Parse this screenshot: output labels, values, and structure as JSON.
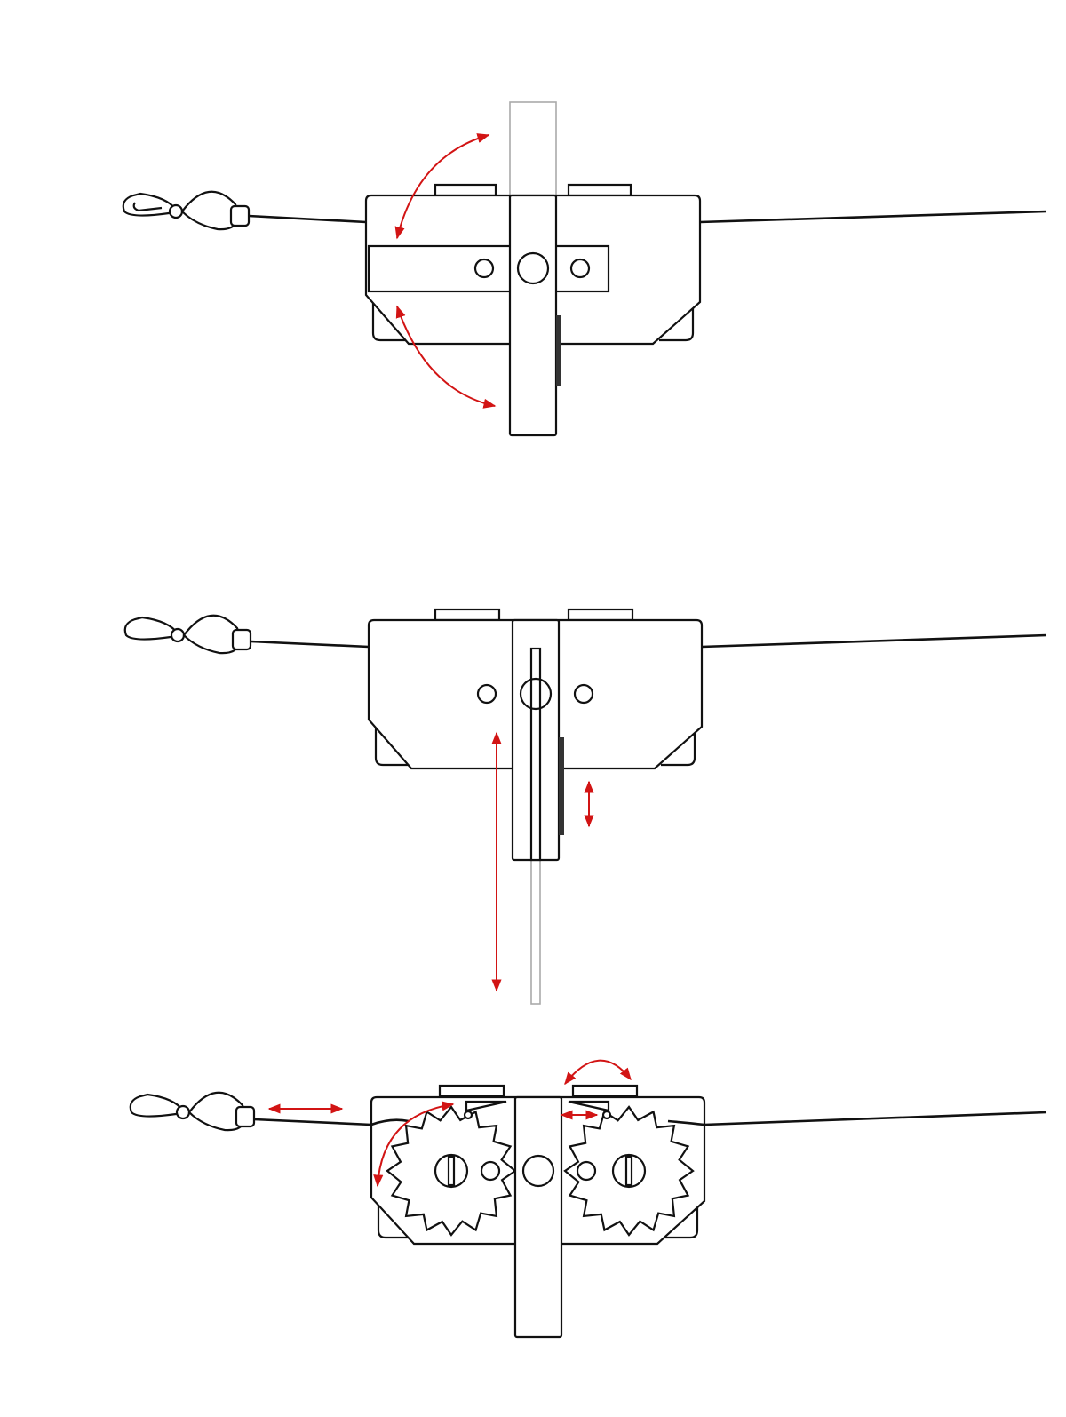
{
  "diagram": {
    "figures": [
      "view-1-rotating-bar",
      "view-2-sliding-strip",
      "view-3-ratchet-gears"
    ],
    "colors": {
      "line": "#111111",
      "motion_arrow": "#d21414",
      "ghost": "#aaaaaa",
      "background": "#ffffff"
    }
  }
}
